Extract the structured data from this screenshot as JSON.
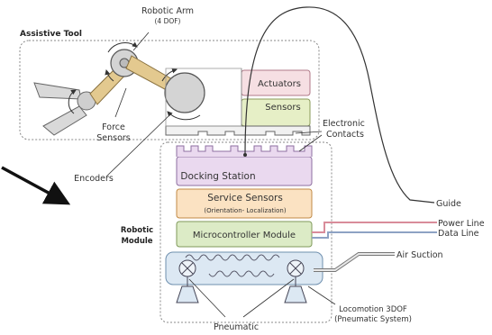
{
  "labels": {
    "robotic_arm": "Robotic Arm",
    "robotic_arm_dof": "(4 DOF)",
    "assistive_tool": "Assistive Tool",
    "force_sensors_1": "Force",
    "force_sensors_2": "Sensors",
    "encoders": "Encoders",
    "actuators": "Actuators",
    "sensors": "Sensors",
    "electronic_contacts_1": "Electronic",
    "electronic_contacts_2": "Contacts",
    "docking_station": "Docking Station",
    "service_sensors": "Service Sensors",
    "service_sensors_sub": "(Orientation- Localization)",
    "robotic_module_1": "Robotic",
    "robotic_module_2": "Module",
    "microcontroller_module": "Microcontroller Module",
    "guide": "Guide",
    "power_line": "Power Line",
    "data_line": "Data Line",
    "air_suction": "Air Suction",
    "locomotion_1": "Locomotion 3DOF",
    "locomotion_2": "(Pneumatic System)",
    "pneumatic": "Pneumatic"
  },
  "colors": {
    "actuators_fill": "#f6dfe3",
    "actuators_stroke": "#b07a88",
    "sensors_fill": "#e6efc6",
    "sensors_stroke": "#8a9a5a",
    "docking_fill": "#ead9ef",
    "docking_stroke": "#8e6fa0",
    "service_fill": "#fbe2c2",
    "service_stroke": "#c08a45",
    "micro_fill": "#dcebc6",
    "micro_stroke": "#7f9a5a",
    "loco_fill": "#dce8f3",
    "loco_stroke": "#6e8fae",
    "power_line": "#d98c9a",
    "data_line": "#8ea2c4",
    "arm_link": "#e3c98f",
    "joint": "#d4d4d4"
  }
}
